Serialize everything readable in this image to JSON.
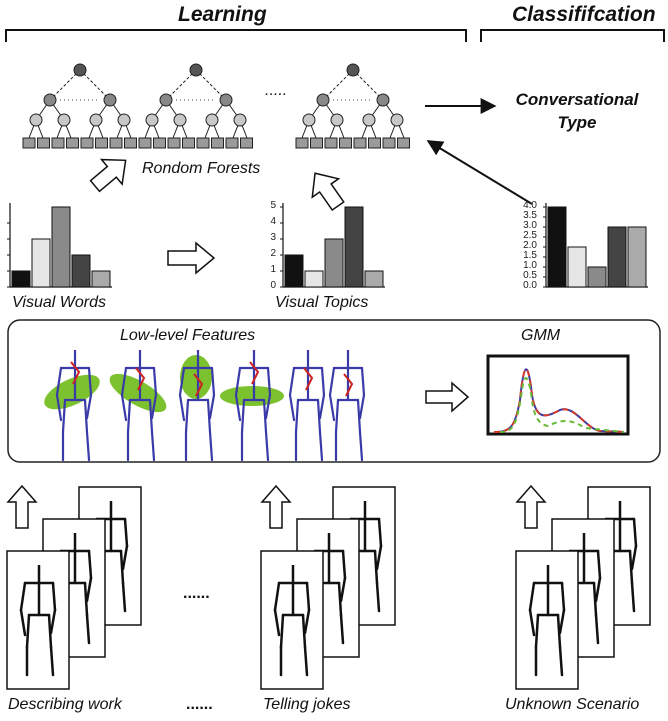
{
  "headers": {
    "learning": "Learning",
    "classification": "Classififcation"
  },
  "forest": {
    "label": "Rondom Forests",
    "ellipsis": "....."
  },
  "output": {
    "line1": "Conversational",
    "line2": "Type"
  },
  "visual_words": {
    "label": "Visual Words",
    "values": [
      1,
      3,
      5,
      2,
      1
    ]
  },
  "visual_topics": {
    "label": "Visual Topics",
    "ticks": [
      "5",
      "4",
      "3",
      "2",
      "1",
      "0"
    ],
    "values": [
      2,
      1,
      3,
      5,
      1
    ]
  },
  "unknown_hist": {
    "ticks": [
      "4.0",
      "3.5",
      "3.0",
      "2.5",
      "2.0",
      "1.5",
      "1.0",
      "0.5",
      "0.0"
    ],
    "values": [
      4,
      2,
      1,
      3,
      3
    ]
  },
  "features": {
    "label": "Low-level Features",
    "gmm_label": "GMM"
  },
  "inputs": {
    "describing": "Describing work",
    "dots": "......",
    "dots_bottom": "......",
    "telling": "Telling jokes",
    "unknown": "Unknown Scenario"
  },
  "colors": {
    "bars": [
      "#111111",
      "#e6e6e6",
      "#8a8a8a",
      "#444444",
      "#aaaaaa"
    ],
    "skeleton": "#3a3aa8",
    "ellipse": "#7cc22e",
    "joint": "#cc2222",
    "gmm_red": "#d23b2b",
    "gmm_green": "#66bb33",
    "gmm_blue": "#3a3aa8"
  }
}
